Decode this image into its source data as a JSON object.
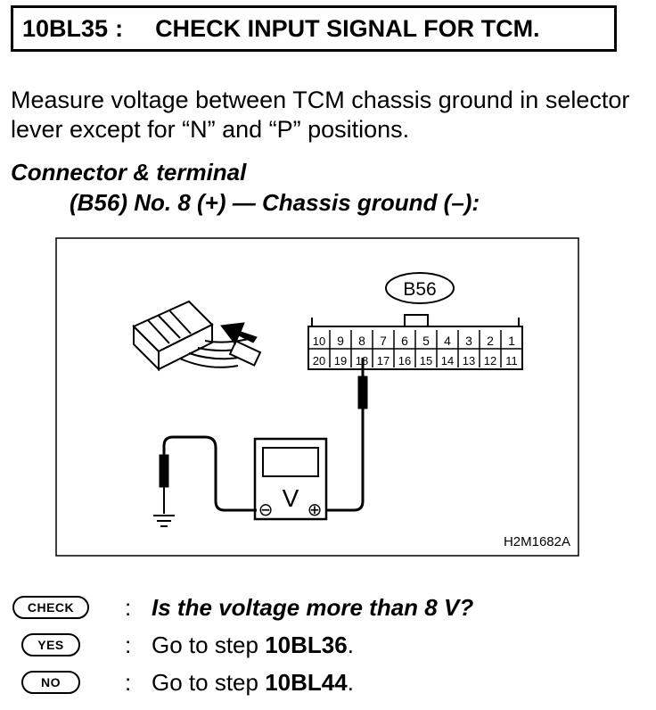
{
  "title": {
    "code": "10BL35",
    "colon": ":",
    "text": "CHECK INPUT SIGNAL FOR TCM."
  },
  "instruction": "Measure voltage between TCM chassis ground in selector lever except for “N” and “P” positions.",
  "connector": {
    "label": "Connector & terminal",
    "terminal": "(B56) No. 8 (+) — Chassis ground (–):"
  },
  "figure": {
    "connector_id": "B56",
    "top_pins": [
      "10",
      "9",
      "8",
      "7",
      "6",
      "5",
      "4",
      "3",
      "2",
      "1"
    ],
    "bottom_pins": [
      "20",
      "19",
      "18",
      "17",
      "16",
      "15",
      "14",
      "13",
      "12",
      "11"
    ],
    "meter_symbol": "V",
    "minus_symbol": "⊖",
    "plus_symbol": "⊕",
    "figure_code": "H2M1682A"
  },
  "check": {
    "badge": "CHECK",
    "colon": ":",
    "question": "Is the voltage more than 8 V?"
  },
  "yes": {
    "badge": "YES",
    "colon": ":",
    "prefix": "Go to step ",
    "step": "10BL36",
    "suffix": "."
  },
  "no": {
    "badge": "NO",
    "colon": ":",
    "prefix": "Go to step ",
    "step": "10BL44",
    "suffix": "."
  }
}
